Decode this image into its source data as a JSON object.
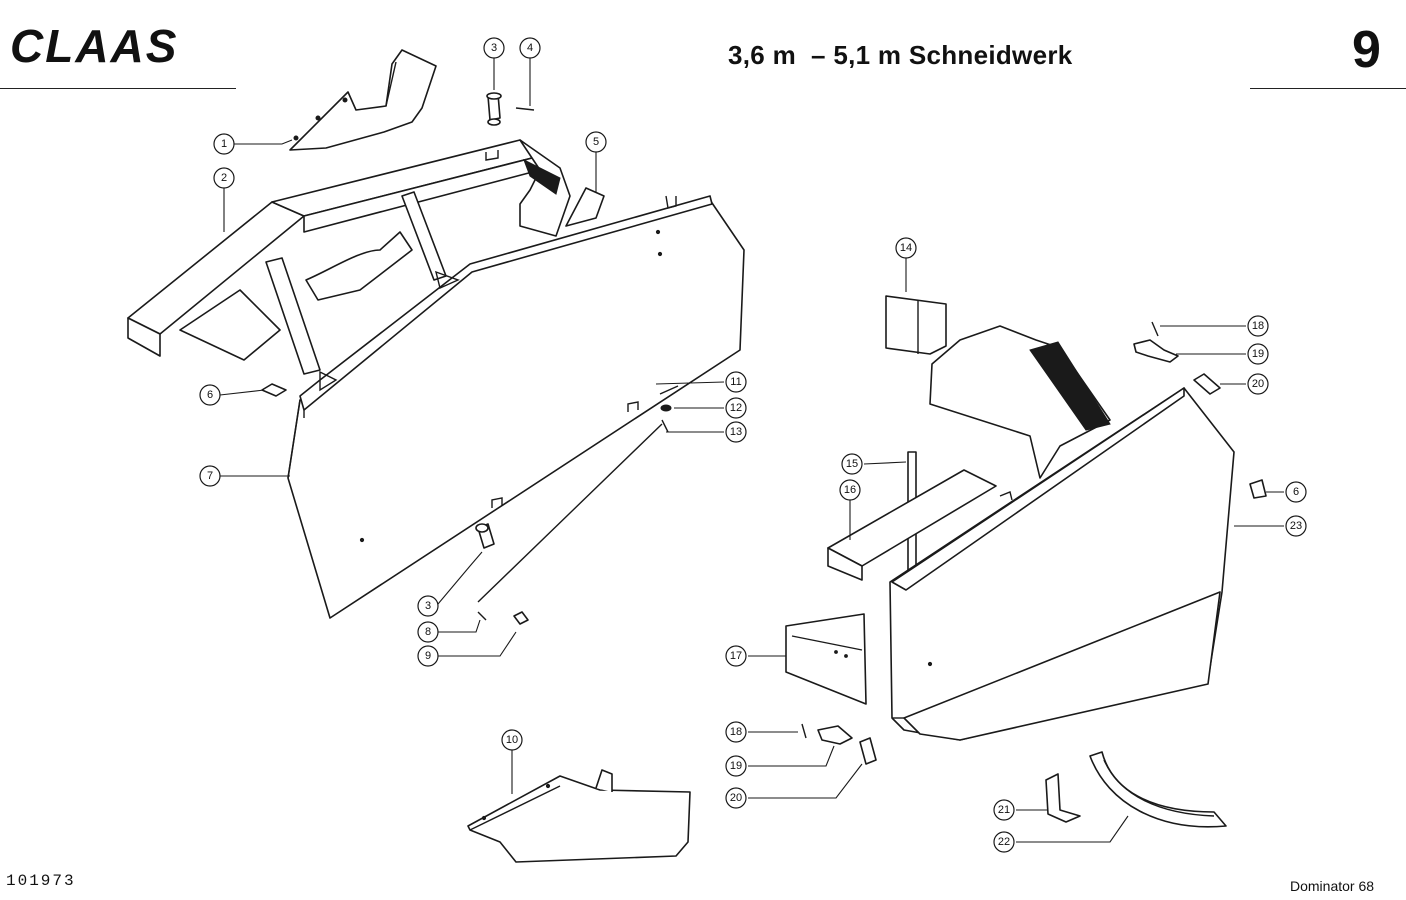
{
  "header": {
    "brand": "CLAAS",
    "title": "3,6 m  – 5,1 m Schneidwerk",
    "page_number": "9"
  },
  "footer": {
    "doc_code": "101973",
    "model": "Dominator 68"
  },
  "callouts": [
    "1",
    "2",
    "3",
    "4",
    "5",
    "6",
    "7",
    "8",
    "9",
    "10",
    "11",
    "12",
    "13",
    "14",
    "15",
    "16",
    "17",
    "18",
    "19",
    "20",
    "21",
    "22",
    "23",
    "3",
    "6",
    "18",
    "19",
    "20"
  ]
}
